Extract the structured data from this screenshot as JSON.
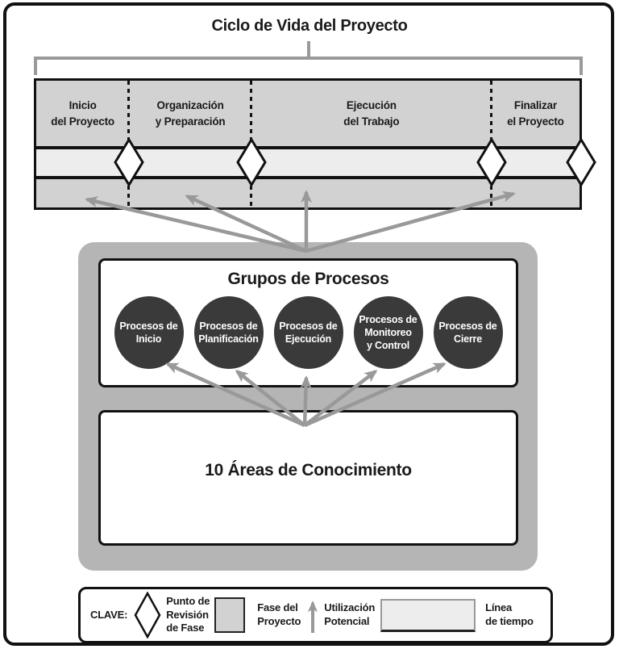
{
  "title": "Ciclo de Vida del Proyecto",
  "phase_band": {
    "phases": [
      {
        "label": "Inicio\ndel Proyecto"
      },
      {
        "label": "Organización\ny Preparación"
      },
      {
        "label": "Ejecución\ndel Trabajo"
      },
      {
        "label": "Finalizar\nel Proyecto"
      }
    ]
  },
  "process_groups": {
    "title": "Grupos de Procesos",
    "items": [
      {
        "label": "Procesos de\nInicio"
      },
      {
        "label": "Procesos de\nPlanificación"
      },
      {
        "label": "Procesos de\nEjecución"
      },
      {
        "label": "Procesos de\nMonitoreo\ny Control"
      },
      {
        "label": "Procesos de\nCierre"
      }
    ]
  },
  "knowledge_areas": {
    "title": "10 Áreas de Conocimiento"
  },
  "legend": {
    "label": "CLAVE:",
    "items": [
      {
        "symbol": "phase-gate-diamond",
        "label": "Punto de\nRevisión\nde Fase"
      },
      {
        "symbol": "project-phase-swatch",
        "label": "Fase del\nProyecto"
      },
      {
        "symbol": "potential-use-arrow",
        "label": "Utilización\nPotencial"
      },
      {
        "symbol": "timeline-swatch",
        "label": "Línea\nde tiempo"
      }
    ]
  },
  "colors": {
    "phase_band": "#d2d2d2",
    "timeline_strip": "#ededed",
    "process_container": "#b5b5b5",
    "process_circle": "#3a3a3a",
    "arrow_gray": "#999999",
    "bracket_gray": "#9a9a9a",
    "line_black": "#111111",
    "text": "#1a1a1a"
  }
}
